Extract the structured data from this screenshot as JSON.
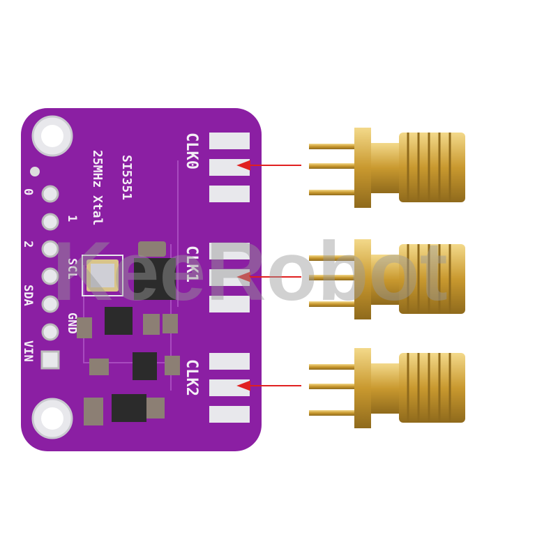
{
  "board": {
    "chip_label": "SI5351",
    "crystal_label": "25MHz Xtal",
    "outputs": [
      "CLK0",
      "CLK1",
      "CLK2"
    ],
    "pins": [
      "0",
      "1",
      "2",
      "SCL",
      "SDA",
      "GND",
      "VIN"
    ]
  },
  "watermark": "KeeRobot",
  "colors": {
    "pcb": "#8b1fa3",
    "gold": "#d9b04a",
    "arrow": "#e02020",
    "pad": "#e8e8ec"
  }
}
